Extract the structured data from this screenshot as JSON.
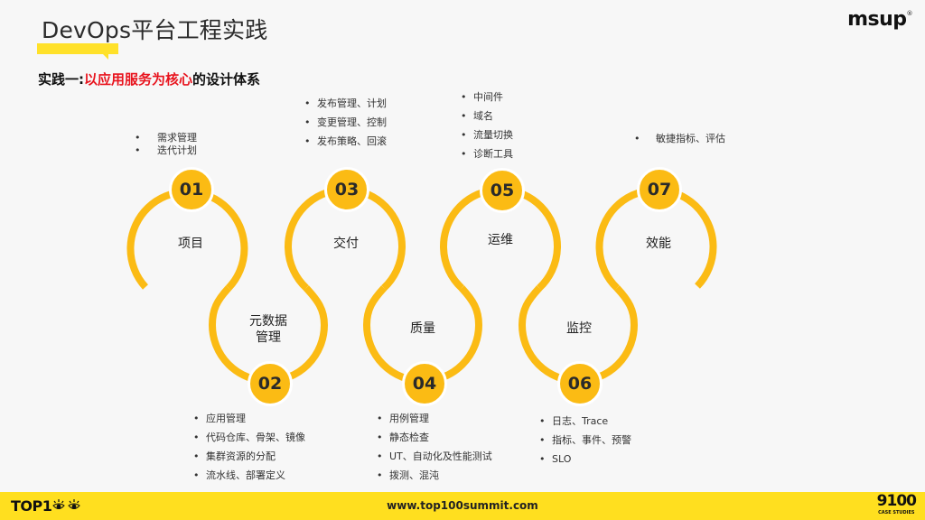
{
  "header": {
    "title": "DevOps平台工程实践",
    "logo": "msup",
    "logo_mark": "®",
    "subtitle_prefix": "实践一:",
    "subtitle_highlight": "以应用服务为核心",
    "subtitle_suffix": "的设计体系"
  },
  "colors": {
    "accent_yellow": "#fbbb14",
    "highlight_red": "#e8141e",
    "footer_yellow": "#ffdf1f"
  },
  "steps": [
    {
      "number": "01",
      "label": "项目",
      "items": [
        "需求管理",
        "迭代计划"
      ]
    },
    {
      "number": "02",
      "label": "元数据\n管理",
      "label_line1": "元数据",
      "label_line2": "管理",
      "items": [
        "应用管理",
        "代码仓库、骨架、镜像",
        "集群资源的分配",
        "流水线、部署定义"
      ]
    },
    {
      "number": "03",
      "label": "交付",
      "items": [
        "发布管理、计划",
        "变更管理、控制",
        "发布策略、回滚"
      ]
    },
    {
      "number": "04",
      "label": "质量",
      "items": [
        "用例管理",
        "静态检查",
        "UT、自动化及性能测试",
        "拨测、混沌"
      ]
    },
    {
      "number": "05",
      "label": "运维",
      "items": [
        "中间件",
        "域名",
        "流量切换",
        "诊断工具"
      ]
    },
    {
      "number": "06",
      "label": "监控",
      "items": [
        "日志、Trace",
        "指标、事件、预警",
        "SLO"
      ]
    },
    {
      "number": "07",
      "label": "效能",
      "items": [
        "敏捷指标、评估"
      ]
    }
  ],
  "footer": {
    "left_logo": "TOP1",
    "left_logo_icon": "eyes-icon",
    "url": "www.top100summit.com",
    "right_logo_num": "9100",
    "right_logo_sub": "CASE STUDIES"
  }
}
